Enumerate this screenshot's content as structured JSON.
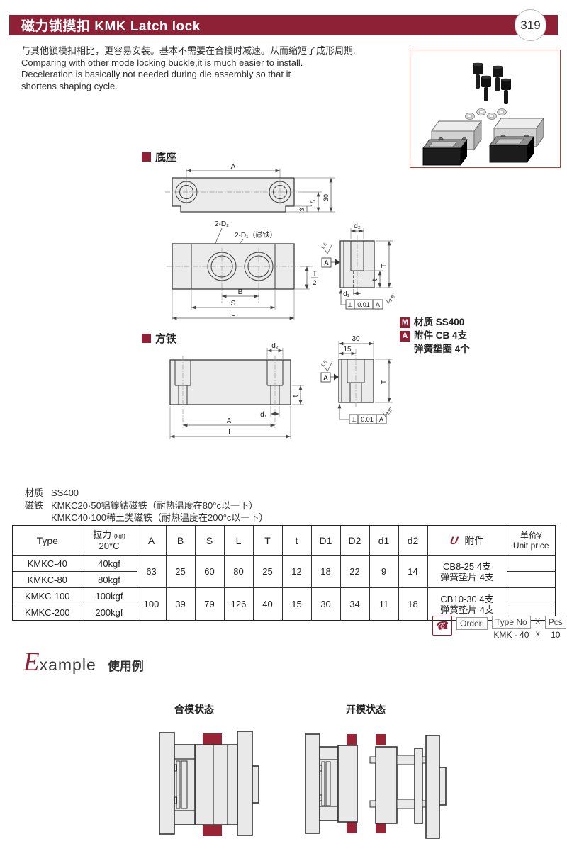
{
  "page": {
    "accent": "#8e2135",
    "drawing_fill": "#ebebeb",
    "latch_red": "#9b2336"
  },
  "header": {
    "title": "磁力锁摸扣  KMK Latch lock",
    "page_number": "319"
  },
  "intro": {
    "lines": [
      "与其他锁模扣相比，更容易安装。基本不需要在合模时减速。从而缩短了成形周期.",
      "Comparing with other mode locking buckle,it is much easier to install.",
      "Deceleration is basically not needed during die assembly so that it",
      "shortens shaping cycle."
    ]
  },
  "sections": {
    "base": "底座",
    "block": "方铁"
  },
  "drawings": {
    "base_top": {
      "a": "A",
      "d30": "30",
      "d15": "15",
      "d3": "3"
    },
    "base_front": {
      "ld2": "2-D₂",
      "ld1": "2-D₁（磁铁）",
      "b": "B",
      "s": "S",
      "l": "L",
      "t_num": "T",
      "t_den": "2"
    },
    "base_side": {
      "d2": "d₂",
      "T": "T",
      "t": "t",
      "d1": "d₁",
      "datum": "A",
      "perp": "⊥",
      "tol": "0.01",
      "tol_datum": "A",
      "rough": "1.6"
    },
    "block_front": {
      "d2": "d₂",
      "t": "t",
      "d1": "d₁",
      "a": "A",
      "l": "L"
    },
    "block_side": {
      "d30": "30",
      "d15": "15",
      "T": "T",
      "datum": "A",
      "perp": "⊥",
      "tol": "0.01",
      "tol_datum": "A",
      "rough": "1.6"
    }
  },
  "notes": {
    "m_badge": "M",
    "m_text": "材质  SS400",
    "a_badge": "A",
    "a_line1": "附件  CB  4支",
    "a_line2": "弹簧垫圈  4个"
  },
  "material": {
    "l1_label": "材质",
    "l1": "SS400",
    "l2_label": "磁铁",
    "l2": "KMKC20·50铝镍钴磁铁（耐热温度在80°c以一下）",
    "l3": "KMKC40·100稀土类磁铁（耐热温度在200°c以一下）"
  },
  "table": {
    "headers": {
      "type": "Type",
      "pull": "拉力",
      "pull_unit": "(kgf)",
      "pull_temp": "20°C",
      "dims": [
        "A",
        "B",
        "S",
        "L",
        "T",
        "t",
        "D1",
        "D2",
        "d1",
        "d2"
      ],
      "logo": "U",
      "accessory": "附件",
      "price1": "单价¥",
      "price2": "Unit price"
    },
    "rows": [
      {
        "type": "KMKC-40",
        "pull": "40kgf"
      },
      {
        "type": "KMKC-80",
        "pull": "80kgf"
      },
      {
        "type": "KMKC-100",
        "pull": "100kgf"
      },
      {
        "type": "KMKC-200",
        "pull": "200kgf"
      }
    ],
    "groups": [
      {
        "A": "63",
        "B": "25",
        "S": "60",
        "L": "80",
        "T": "25",
        "t": "12",
        "D1": "18",
        "D2": "22",
        "d1": "9",
        "d2": "14",
        "acc1": "CB8-25 4支",
        "acc2": "弹簧垫片 4支"
      },
      {
        "A": "100",
        "B": "39",
        "S": "79",
        "L": "126",
        "T": "40",
        "t": "15",
        "D1": "30",
        "D2": "34",
        "d1": "11",
        "d2": "18",
        "acc1": "CB10-30 4支",
        "acc2": "弹簧垫片 4支"
      }
    ]
  },
  "order": {
    "label": "Order:",
    "type_no": "Type No",
    "times": "X",
    "pcs": "Pcs",
    "sample_type": "KMK - 40",
    "sample_times": "x",
    "sample_qty": "10"
  },
  "example": {
    "e": "E",
    "rest": "xample",
    "cn": "使用例"
  },
  "diagrams": {
    "closed": "合模状态",
    "open": "开模状态"
  }
}
